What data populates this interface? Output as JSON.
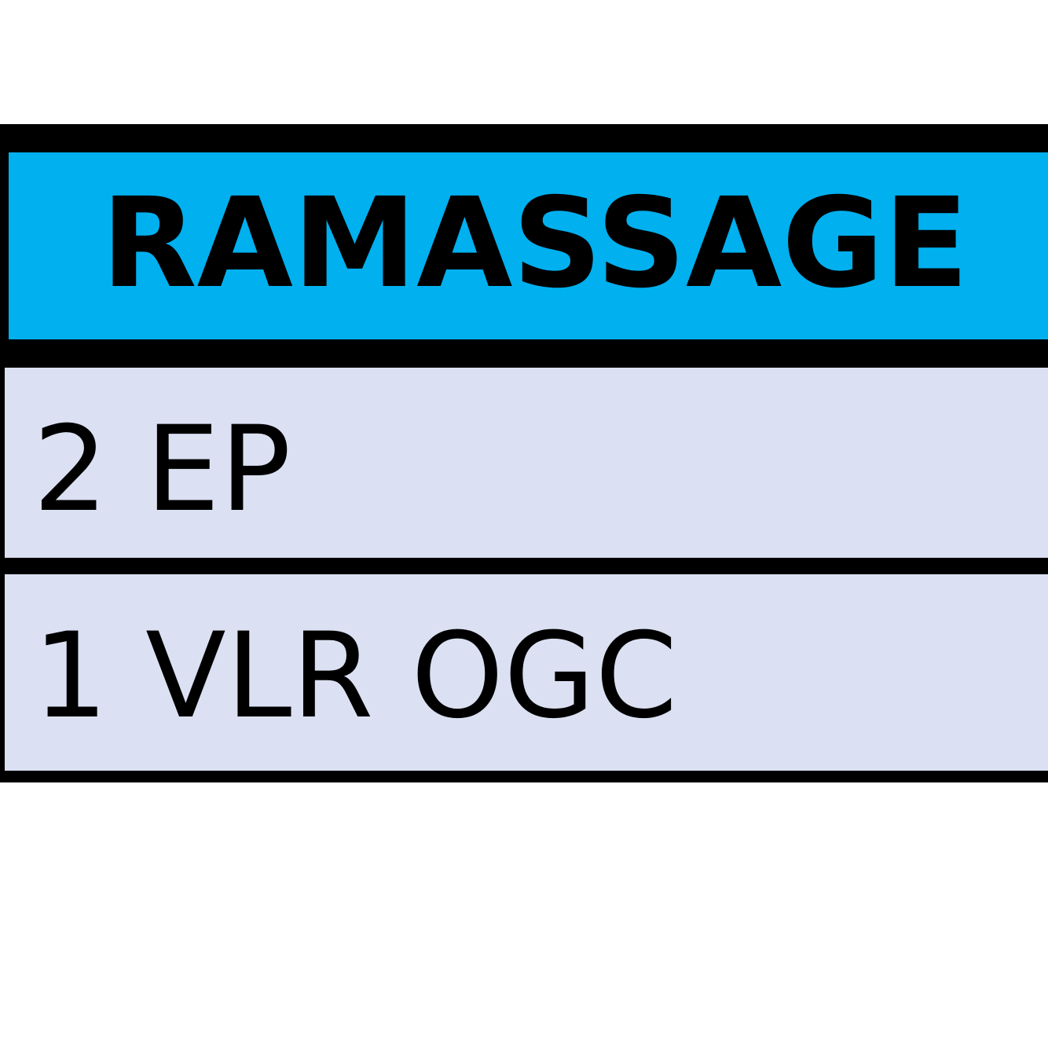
{
  "table": {
    "header": "RAMASSAGE",
    "rows": [
      {
        "label": "2 EP"
      },
      {
        "label": "1 VLR OGC"
      }
    ]
  },
  "colors": {
    "header_bg": "#00b0ef",
    "row_bg": "#dbe0f2",
    "border": "#000000"
  }
}
